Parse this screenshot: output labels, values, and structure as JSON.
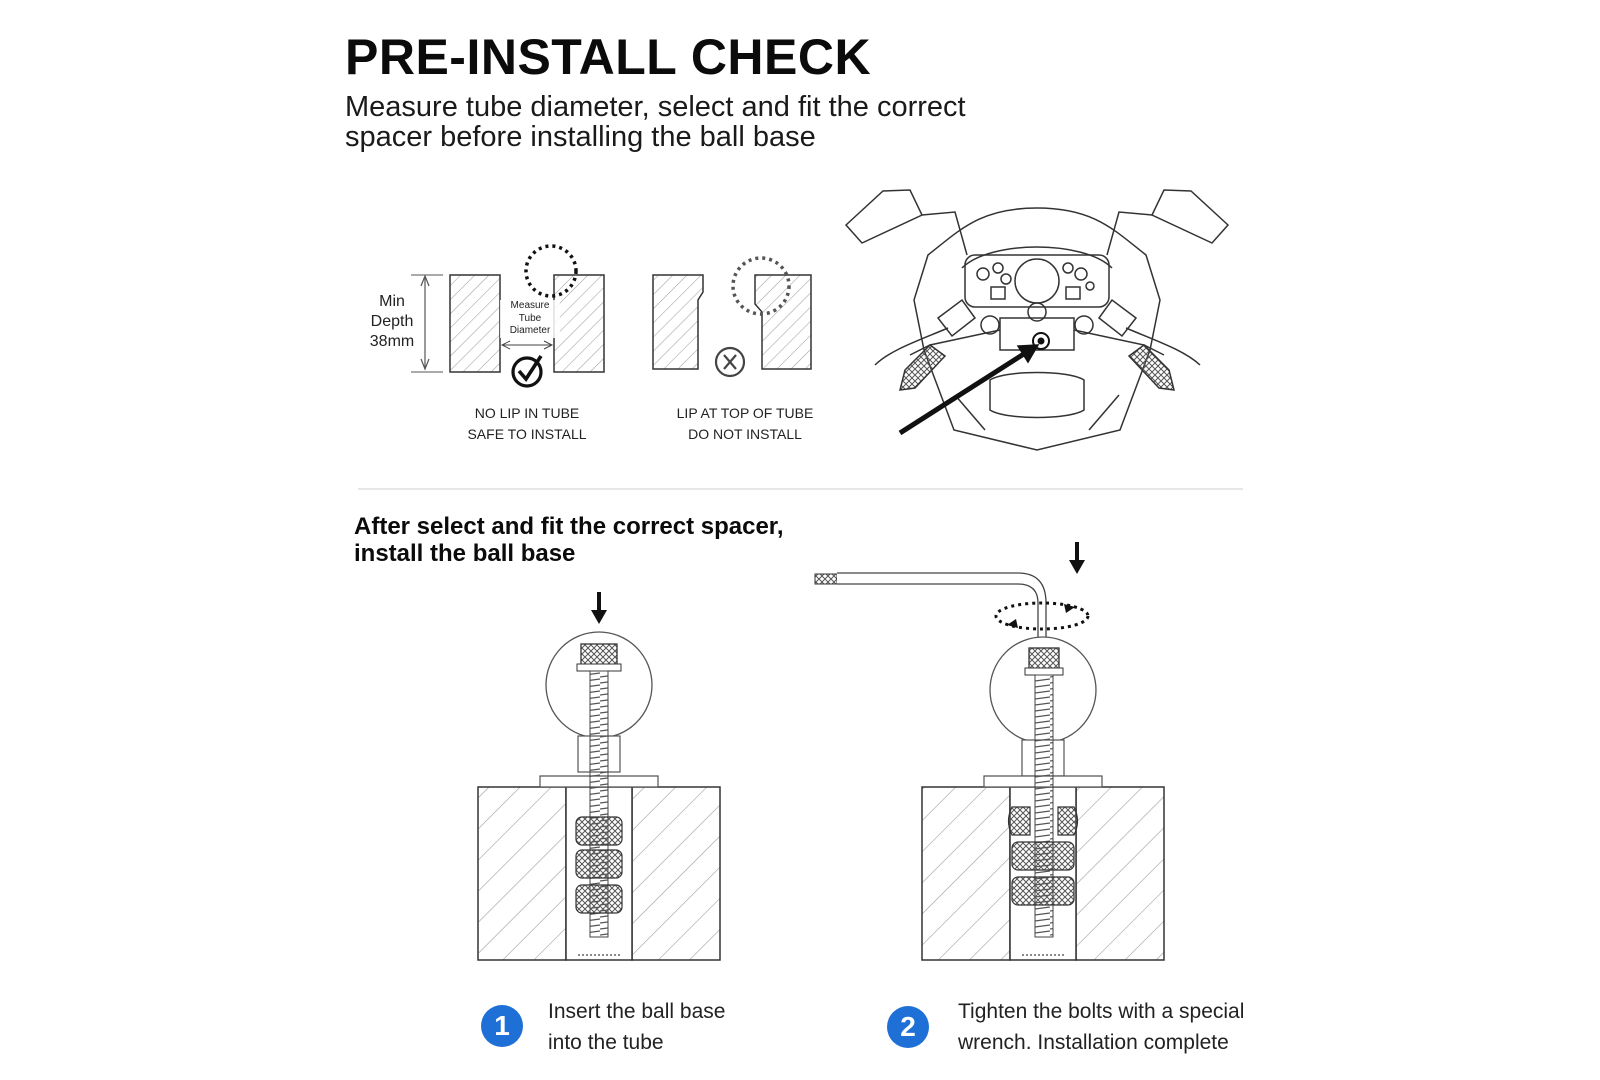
{
  "header": {
    "title": "PRE-INSTALL CHECK",
    "subtitle_line1": "Measure tube diameter, select and fit the correct",
    "subtitle_line2": "spacer before installing the ball base"
  },
  "tube_check": {
    "depth_line1": "Min",
    "depth_line2": "Depth",
    "depth_line3": "38mm",
    "measure_line1": "Measure",
    "measure_line2": "Tube",
    "measure_line3": "Diameter",
    "ok_line1": "NO LIP IN TUBE",
    "ok_line2": "SAFE TO INSTALL",
    "bad_line1": "LIP AT TOP OF TUBE",
    "bad_line2": "DO NOT INSTALL"
  },
  "install": {
    "heading_line1": "After select and fit the correct spacer,",
    "heading_line2": "install the ball base"
  },
  "steps": [
    {
      "number": "1",
      "line1": "Insert the ball base",
      "line2": "into the tube"
    },
    {
      "number": "2",
      "line1": "Tighten the bolts with a special",
      "line2": "wrench. Installation complete"
    }
  ],
  "colors": {
    "accent": "#1e6fd6",
    "line": "#333333",
    "hatch": "#9a9a9a"
  },
  "icons": [
    "check-circle-icon",
    "cross-circle-icon",
    "down-arrow-icon",
    "rotation-icon"
  ]
}
